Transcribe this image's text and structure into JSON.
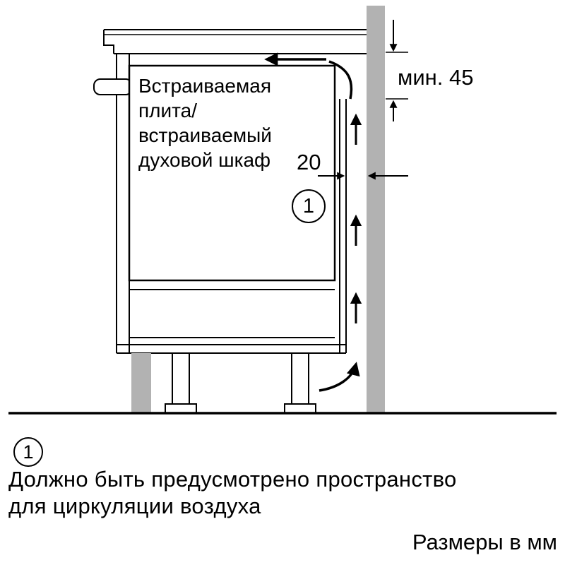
{
  "diagram": {
    "appliance_label": "Встраиваемая\nплита/\nвстраиваемый\nдуховой шкаф",
    "dim_min": "мин. 45",
    "dim_gap": "20",
    "callout": "1"
  },
  "legend": {
    "callout": "1",
    "note": "Должно быть предусмотрено пространство\nдля циркуляции воздуха",
    "units": "Размеры в мм"
  },
  "colors": {
    "wall": "#b2b2b2",
    "line": "#000000"
  }
}
